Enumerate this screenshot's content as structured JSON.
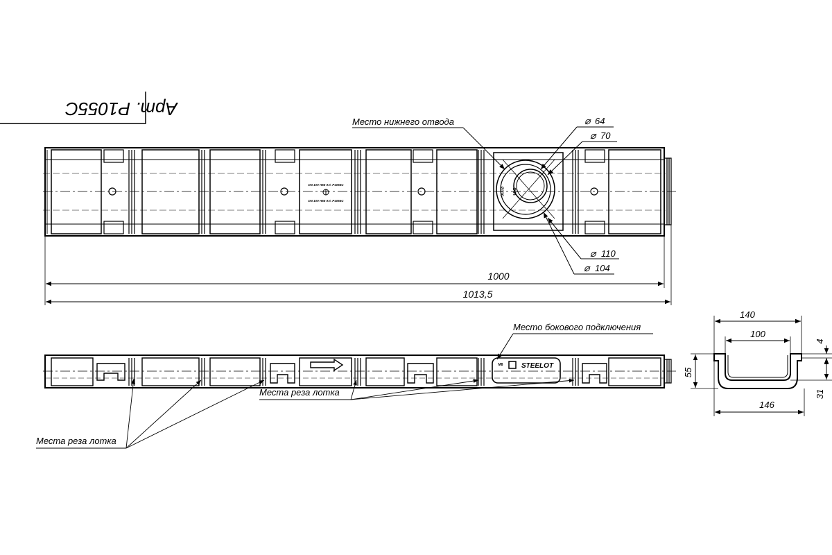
{
  "title_block": {
    "article": "Арт. P1055C"
  },
  "top_view": {
    "bottom_outlet_label": "Место нижнего отвода",
    "diameters": {
      "d64": "64",
      "d70": "70",
      "d110": "110",
      "d104": "104"
    },
    "dim_length": "1000",
    "dim_total_length": "1013,5",
    "block_marking_1": "DN 100 H55 Art. P1055C",
    "block_marking_2": "DN 100 H55 Art. P1055C",
    "outlet_side_text": "Ø110",
    "outlet_center_text": "Ø64"
  },
  "side_view": {
    "side_connection_label": "Место бокового подключения",
    "cut_places_label_left": "Места реза лотка",
    "cut_places_label_right": "Места реза лотка",
    "logo_text": "STEELOT",
    "small_mark": "M8"
  },
  "section_view": {
    "dim_top_width": "140",
    "dim_inner_width": "100",
    "dim_bottom_width": "146",
    "dim_height": "55",
    "dim_inner_depth": "31",
    "dim_rim": "4"
  }
}
